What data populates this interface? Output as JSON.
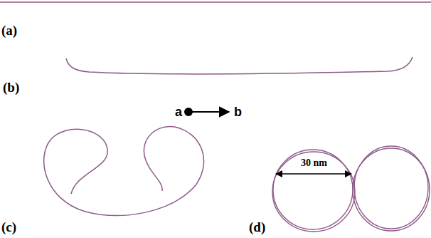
{
  "diagram": {
    "labels": [
      "(a)",
      "(b)",
      "a",
      "b",
      "(c)",
      "(d)",
      "30 nm"
    ]
  }
}
